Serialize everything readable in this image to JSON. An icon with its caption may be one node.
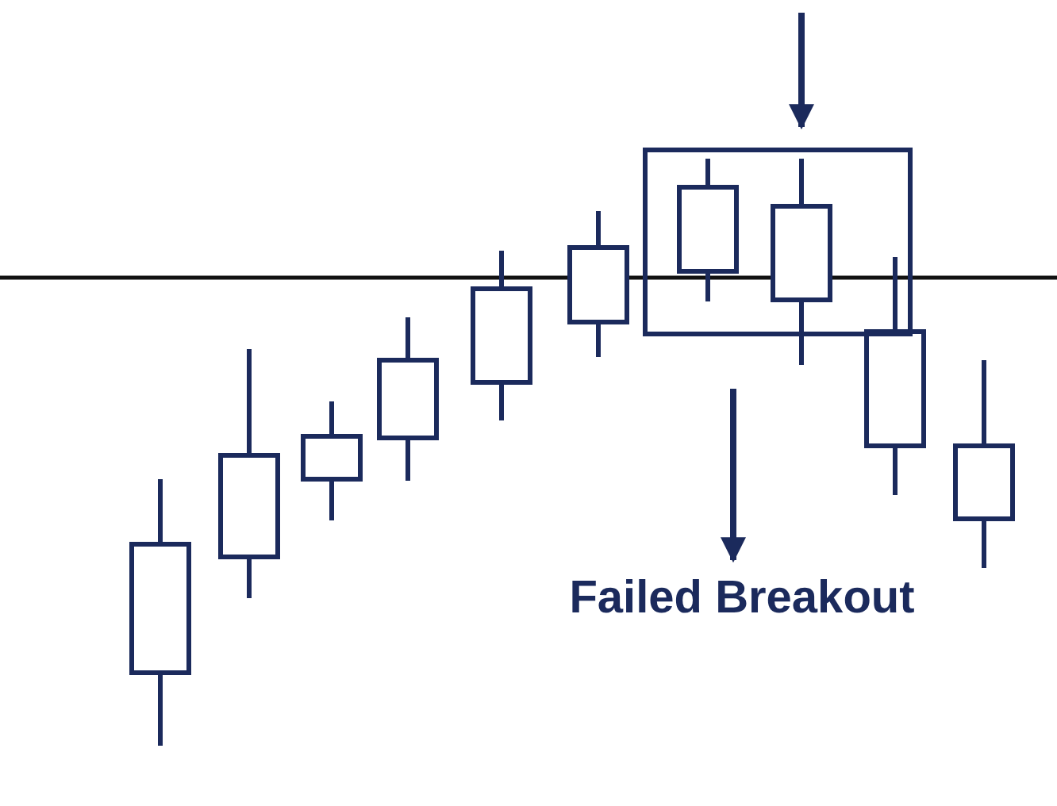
{
  "diagram": {
    "nodes": [
      {
        "text": [],
        "shape": "box"
      },
      {
        "text": [
          "Failed Breakout"
        ]
      }
    ],
    "edges": [
      {
        "from": null,
        "to": 0,
        "arrow": "to"
      },
      {
        "from": 0,
        "to": 1,
        "arrow": "to"
      }
    ]
  }
}
